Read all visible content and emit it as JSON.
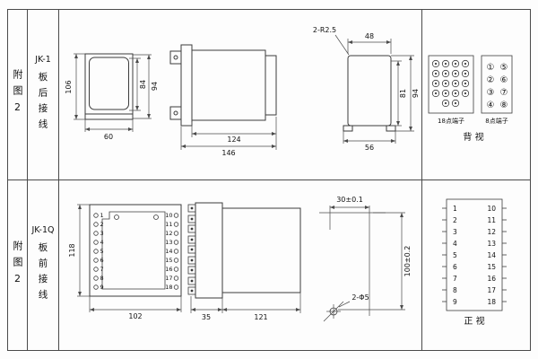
{
  "left_col": {
    "top": {
      "fig": "附图2",
      "model": "JK-1",
      "wiring": "板后接线"
    },
    "bottom": {
      "fig": "附图2",
      "model": "JK-1Q",
      "wiring": "板前接线"
    }
  },
  "top_row": {
    "front_view": {
      "dim_height": "106",
      "dim_inner_height": "84",
      "dim_outer_height": "94",
      "dim_width": "60"
    },
    "side_view": {
      "dim_body_depth": "124",
      "dim_total_depth": "146"
    },
    "rear_view": {
      "radius_note": "2-R2.5",
      "dim_top_width": "48",
      "dim_inner_height": "81",
      "dim_outer_height": "94",
      "dim_bottom_width": "56"
    },
    "terminals": {
      "label_18pt": "18点端子",
      "label_8pt": "8点端子",
      "view_label": "背 视",
      "points_8": [
        "①",
        "⑤",
        "②",
        "⑥",
        "③",
        "⑦",
        "④",
        "⑧"
      ]
    }
  },
  "bottom_row": {
    "front_view": {
      "dim_height": "118",
      "dim_width": "102",
      "left_terminals": [
        "1",
        "2",
        "3",
        "4",
        "5",
        "6",
        "7",
        "8",
        "9"
      ],
      "right_terminals": [
        "10",
        "11",
        "12",
        "13",
        "14",
        "15",
        "16",
        "17",
        "18"
      ]
    },
    "side_view": {
      "dim_connector": "35",
      "dim_body": "121"
    },
    "panel_view": {
      "dim_hole_spacing_h": "30±0.1",
      "dim_hole_spacing_v": "100±0.2",
      "holes_note": "2-Φ5"
    },
    "terminal_table": {
      "left": [
        "1",
        "2",
        "3",
        "4",
        "5",
        "6",
        "7",
        "8",
        "9"
      ],
      "right": [
        "10",
        "11",
        "12",
        "13",
        "14",
        "15",
        "16",
        "17",
        "18"
      ],
      "view_label": "正 视"
    }
  }
}
